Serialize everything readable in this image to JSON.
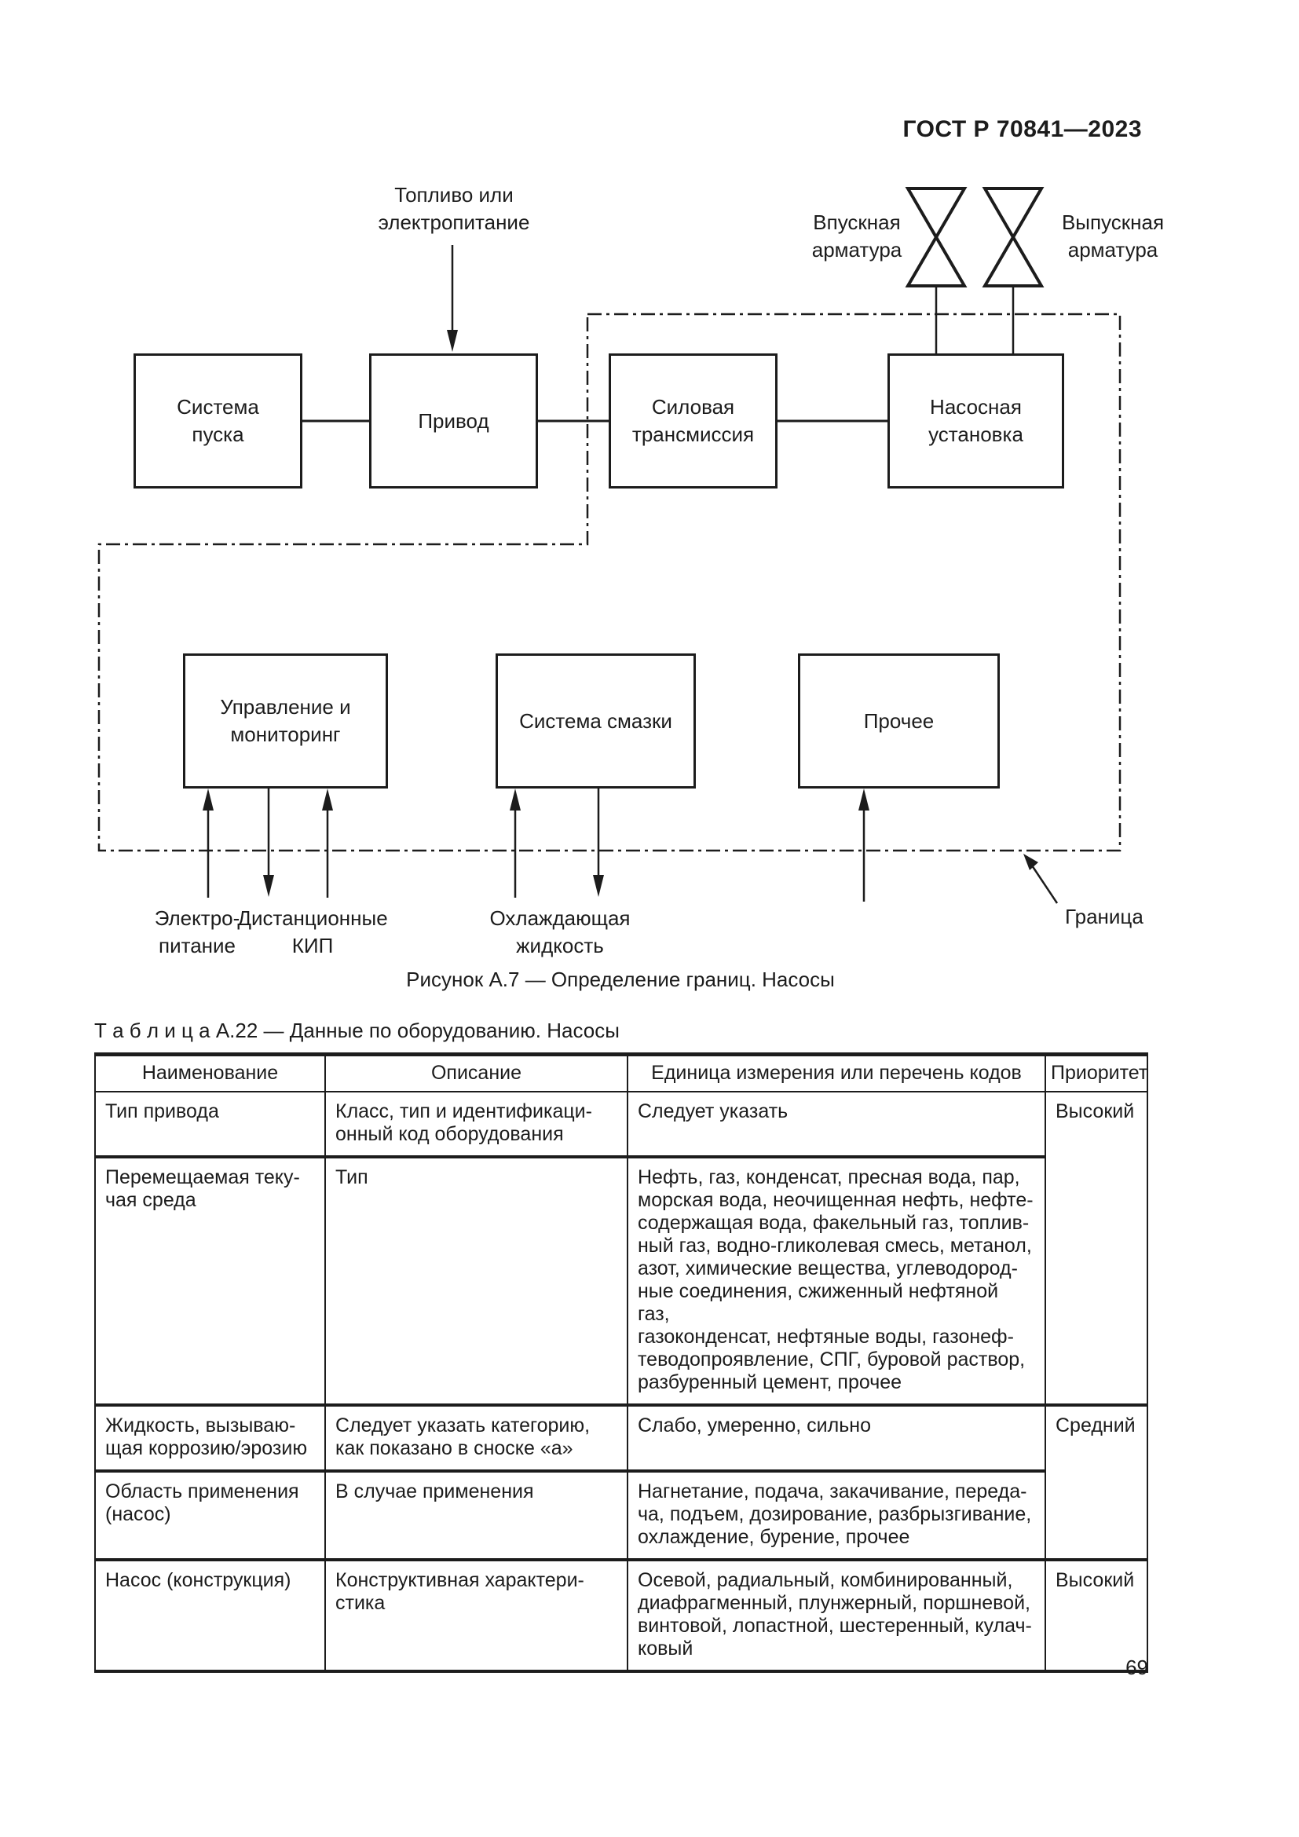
{
  "page": {
    "header": "ГОСТ Р 70841—2023",
    "page_number": "69"
  },
  "figure": {
    "caption": "Рисунок А.7 — Определение границ. Насосы",
    "labels": {
      "fuel": "Топливо или\nэлектропитание",
      "inlet_valve": "Впускная\nарматура",
      "outlet_valve": "Выпускная\nарматура",
      "power": "Электро-\nпитание",
      "remote_instruments": "Дистанционные\nКИП",
      "coolant": "Охлаждающая\nжидкость",
      "boundary": "Граница"
    },
    "boxes": {
      "start_system": "Система\nпуска",
      "drive": "Привод",
      "power_transmission": "Силовая\nтрансмиссия",
      "pump_unit": "Насосная\nустановка",
      "control_monitoring": "Управление и\nмониторинг",
      "lubrication_system": "Система смазки",
      "other": "Прочее"
    }
  },
  "table": {
    "title": "Т а б л и ц а  А.22 — Данные по оборудованию. Насосы",
    "headers": [
      "Наименование",
      "Описание",
      "Единица измерения или перечень кодов",
      "Приоритет"
    ],
    "rows": [
      {
        "name": "Тип привода",
        "description": "Класс, тип и идентификаци-\nонный код оборудования",
        "codes": "Следует указать",
        "priority": "Высокий",
        "priority_rowspan": 2
      },
      {
        "name": "Перемещаемая теку-\nчая среда",
        "description": "Тип",
        "codes": "Нефть, газ, конденсат, пресная вода, пар,\nморская вода, неочищенная нефть, нефте-\nсодержащая вода, факельный газ, топлив-\nный газ, водно-гликолевая смесь, метанол,\nазот, химические вещества, углеводород-\nные соединения, сжиженный нефтяной газ,\nгазоконденсат, нефтяные воды, газонеф-\nтеводопроявление, СПГ, буровой раствор,\nразбуренный цемент, прочее",
        "priority": null
      },
      {
        "name": "Жидкость, вызываю-\nщая коррозию/эрозию",
        "description": "Следует указать категорию,\nкак показано в сноске «а»",
        "codes": "Слабо, умеренно, сильно",
        "priority": "Средний",
        "priority_rowspan": 2
      },
      {
        "name": "Область применения\n(насос)",
        "description": "В случае применения",
        "codes": "Нагнетание, подача, закачивание, переда-\nча, подъем, дозирование, разбрызгивание,\nохлаждение, бурение, прочее",
        "priority": null
      },
      {
        "name": "Насос (конструкция)",
        "description": "Конструктивная характери-\nстика",
        "codes": "Осевой, радиальный, комбинированный,\nдиафрагменный, плунжерный, поршневой,\nвинтовой, лопастной, шестеренный, кулач-\nковый",
        "priority": "Высокий",
        "priority_rowspan": 1
      }
    ]
  }
}
